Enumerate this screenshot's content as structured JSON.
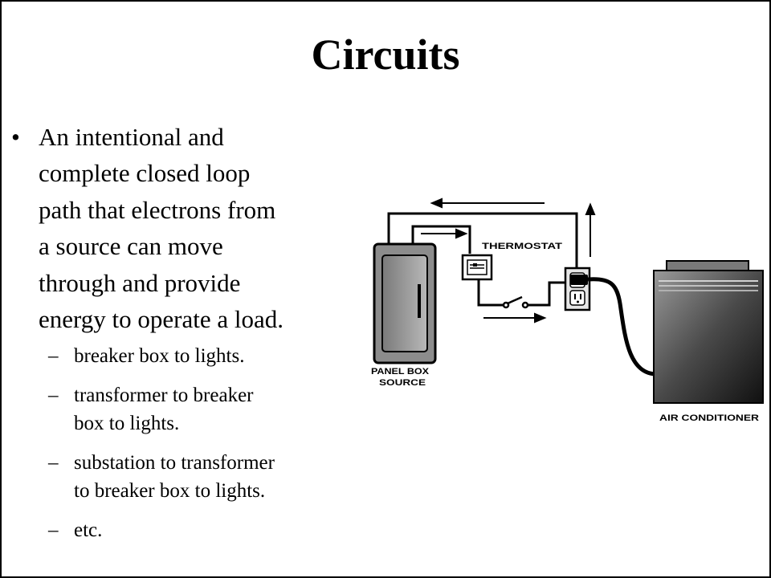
{
  "slide": {
    "title": "Circuits",
    "bullet_symbol": "•",
    "sub_symbol": "–",
    "bullet": "An intentional and complete closed loop path that electrons from a source can move through and provide energy to operate a load.",
    "bullet_lines": [
      "An intentional and",
      "complete closed loop",
      "path that electrons from",
      "a source can move",
      "through and provide",
      "energy to operate a load."
    ],
    "sub_items": [
      [
        "breaker box to lights."
      ],
      [
        "transformer to breaker",
        "box to lights."
      ],
      [
        "substation to transformer",
        "to breaker box to lights."
      ],
      [
        "etc."
      ]
    ]
  },
  "diagram": {
    "labels": {
      "thermostat": "THERMOSTAT",
      "panel_box_line1": "PANEL BOX",
      "panel_box_line2": "SOURCE",
      "air_conditioner": "AIR CONDITIONER"
    },
    "icons": [
      "panel-box",
      "thermostat",
      "switch",
      "outlet",
      "plug",
      "air-conditioner",
      "current-arrow"
    ]
  }
}
